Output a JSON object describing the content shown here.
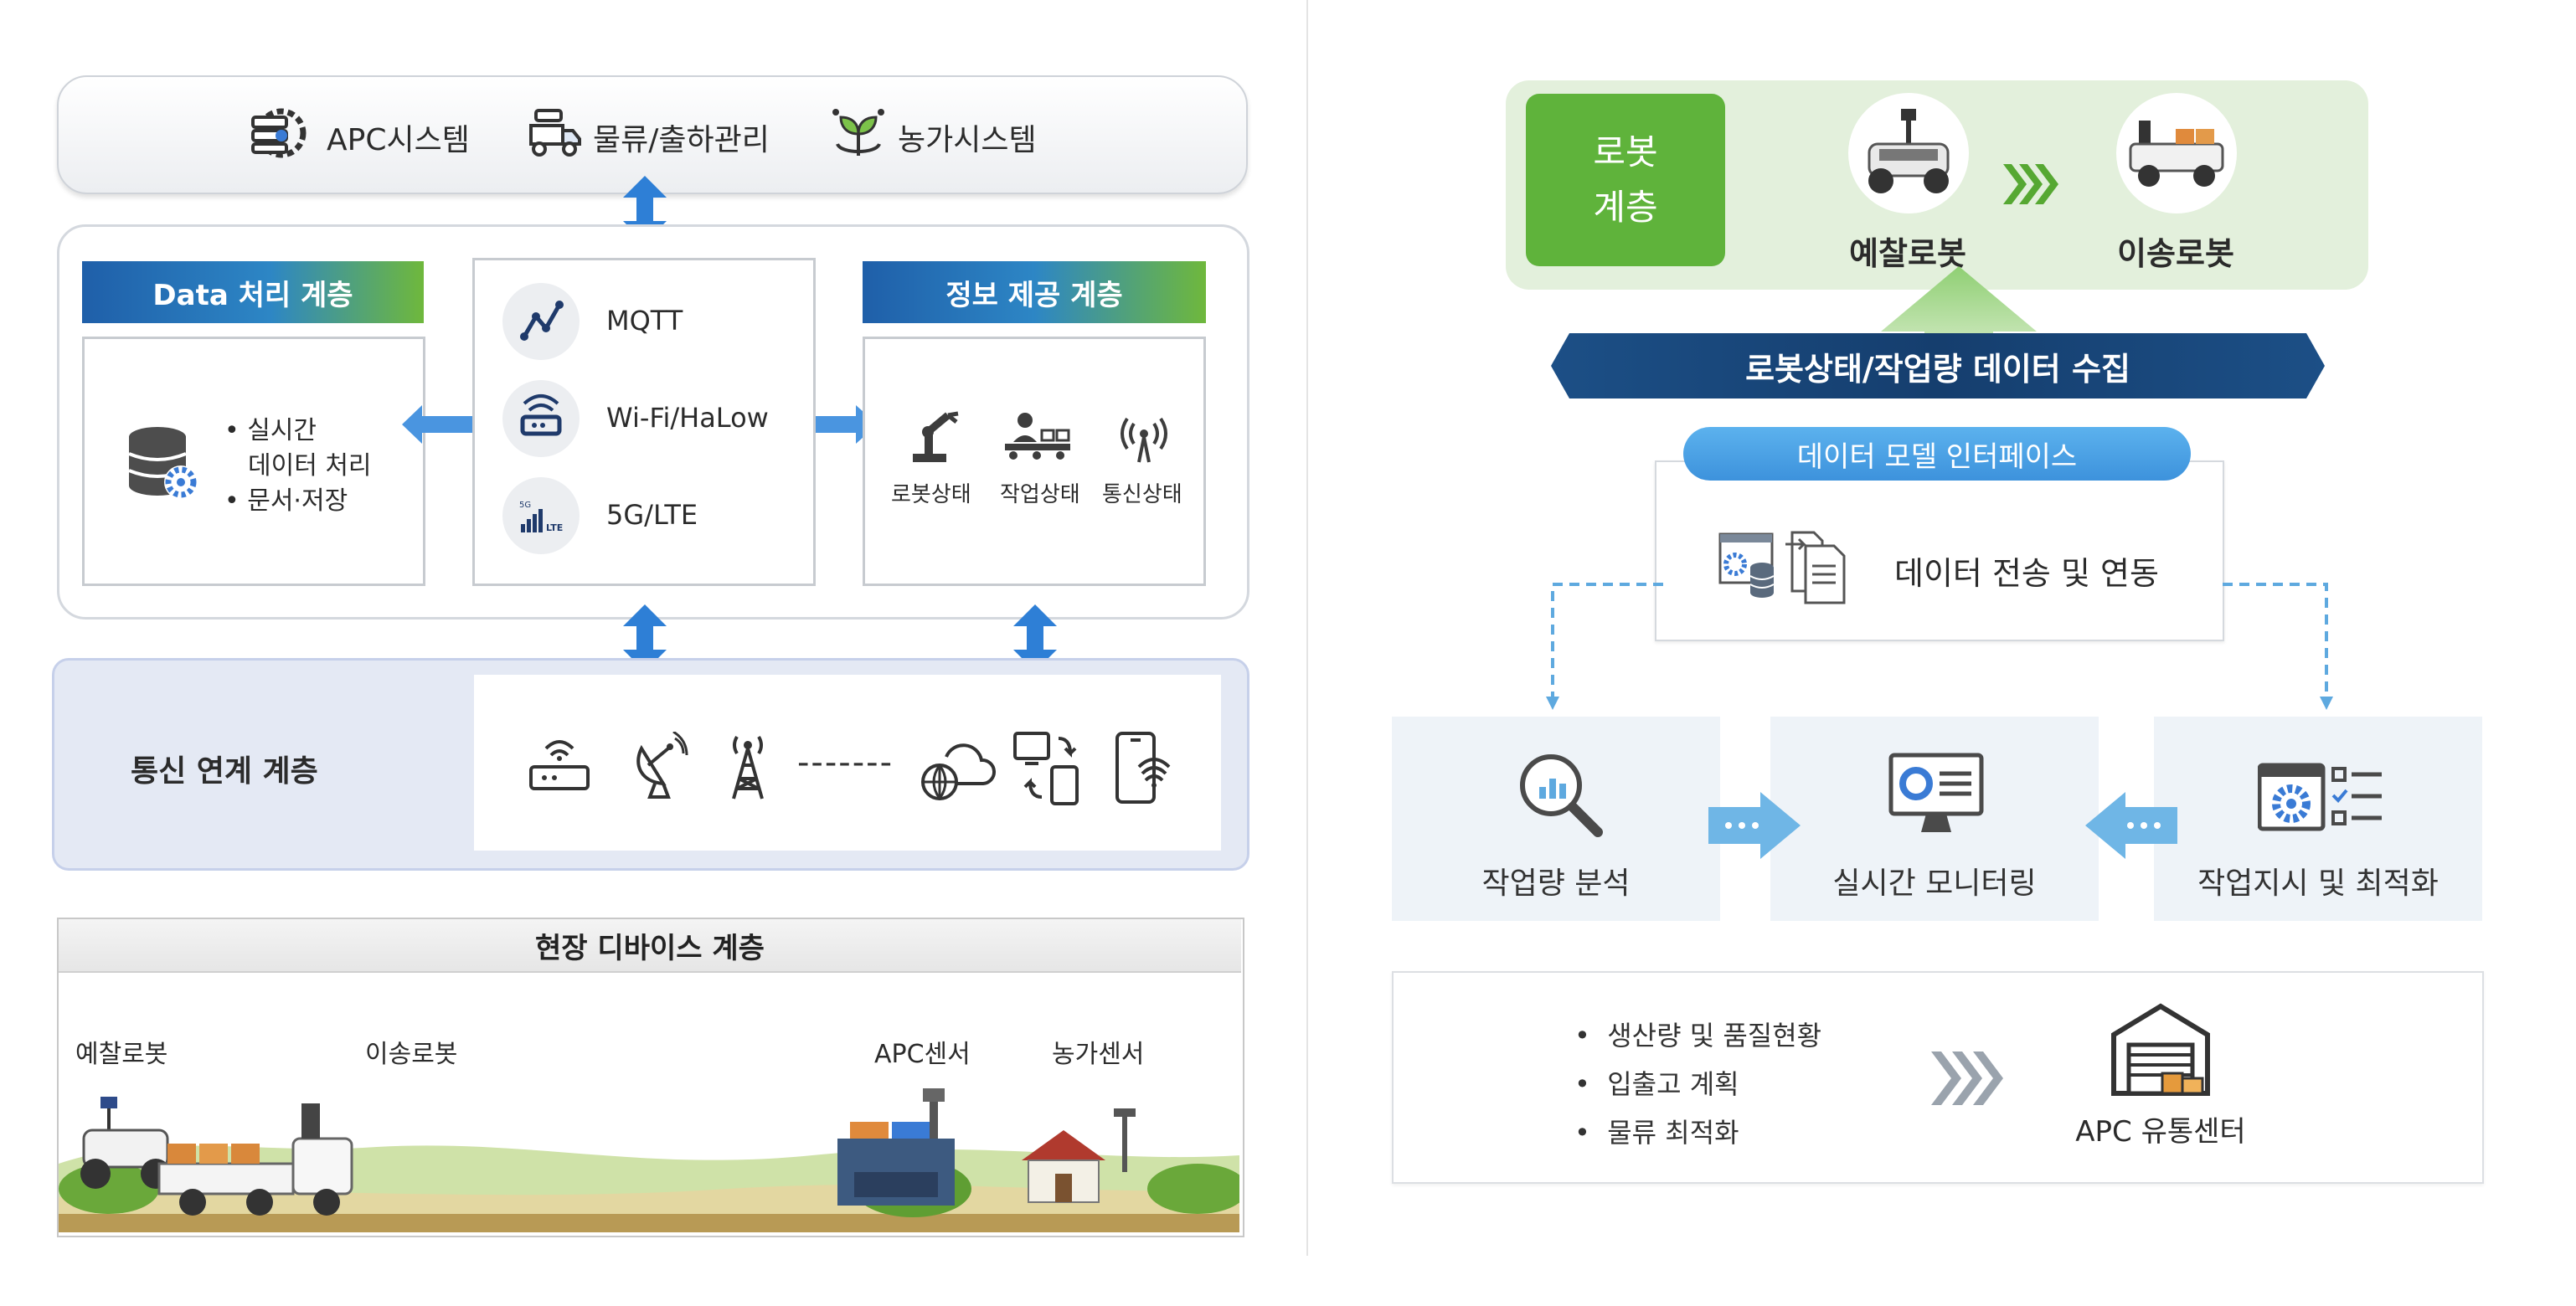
{
  "left": {
    "top_systems": [
      {
        "label": "APC시스템",
        "icon": "gear-server-icon"
      },
      {
        "label": "물류/출하관리",
        "icon": "truck-icon"
      },
      {
        "label": "농가시스템",
        "icon": "plant-icon"
      }
    ],
    "data_layer": {
      "title": "Data 처리 계층",
      "bullets": [
        "실시간",
        "데이터 처리",
        "문서·저장"
      ]
    },
    "protocols": [
      {
        "label": "MQTT",
        "icon": "network-graph-icon"
      },
      {
        "label": "Wi-Fi/HaLow",
        "icon": "router-icon"
      },
      {
        "label": "5G/LTE",
        "icon": "cellular-signal-icon"
      }
    ],
    "info_layer": {
      "title": "정보 제공 계층",
      "items": [
        "로봇상태",
        "작업상태",
        "통신상태"
      ]
    },
    "comm_layer": {
      "title": "통신 연계 계층",
      "dashes": "-------"
    },
    "field_layer": {
      "title": "현장 디바이스 계층",
      "devices": [
        "예찰로봇",
        "이송로봇",
        "APC센서",
        "농가센서"
      ]
    }
  },
  "right": {
    "robot_layer": {
      "label_line1": "로봇",
      "label_line2": "계층",
      "robots": [
        "예찰로봇",
        "이송로봇"
      ]
    },
    "collect_banner": "로봇상태/작업량 데이터 수집",
    "interface_pill": "데이터 모델 인터페이스",
    "transfer_box": "데이터 전송 및 연동",
    "services": [
      "작업량 분석",
      "실시간 모니터링",
      "작업지시 및 최적화"
    ],
    "summary": {
      "bullets": [
        "생산량 및 품질현황",
        "입출고 계획",
        "물류 최적화"
      ],
      "target": "APC 유통센터"
    }
  },
  "colors": {
    "blue_header": "#1f5fa9",
    "green_header": "#6fb83c",
    "robot_label_green": "#5fb33b",
    "arrow_blue": "#2e7fd6",
    "banner_dark": "#1c4f86",
    "pill_blue": "#4aa0e6"
  }
}
